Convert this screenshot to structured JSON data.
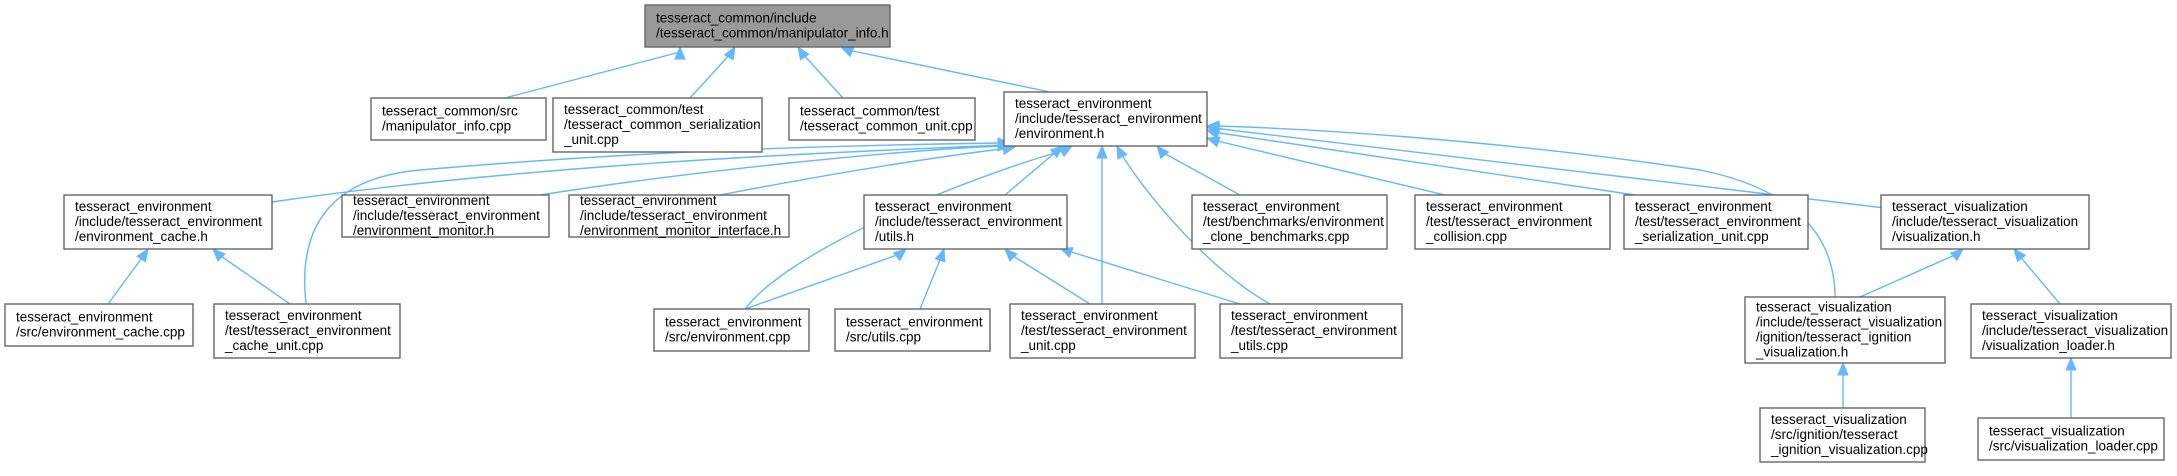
{
  "nodes": {
    "root": [
      "tesseract_common/include",
      "/tesseract_common/manipulator_info.h"
    ],
    "common_src": [
      "tesseract_common/src",
      "/manipulator_info.cpp"
    ],
    "common_ser": [
      "tesseract_common/test",
      "/tesseract_common_serialization",
      "_unit.cpp"
    ],
    "common_unit": [
      "tesseract_common/test",
      "/tesseract_common_unit.cpp"
    ],
    "env_h": [
      "tesseract_environment",
      "/include/tesseract_environment",
      "/environment.h"
    ],
    "cache_h": [
      "tesseract_environment",
      "/include/tesseract_environment",
      "/environment_cache.h"
    ],
    "monitor_h": [
      "tesseract_environment",
      "/include/tesseract_environment",
      "/environment_monitor.h"
    ],
    "monitor_if_h": [
      "tesseract_environment",
      "/include/tesseract_environment",
      "/environment_monitor_interface.h"
    ],
    "utils_h": [
      "tesseract_environment",
      "/include/tesseract_environment",
      "/utils.h"
    ],
    "clone_bench": [
      "tesseract_environment",
      "/test/benchmarks/environment",
      "_clone_benchmarks.cpp"
    ],
    "collision": [
      "tesseract_environment",
      "/test/tesseract_environment",
      "_collision.cpp"
    ],
    "ser_unit": [
      "tesseract_environment",
      "/test/tesseract_environment",
      "_serialization_unit.cpp"
    ],
    "viz_h": [
      "tesseract_visualization",
      "/include/tesseract_visualization",
      "/visualization.h"
    ],
    "cache_cpp": [
      "tesseract_environment",
      "/src/environment_cache.cpp"
    ],
    "cache_unit": [
      "tesseract_environment",
      "/test/tesseract_environment",
      "_cache_unit.cpp"
    ],
    "env_cpp": [
      "tesseract_environment",
      "/src/environment.cpp"
    ],
    "utils_cpp": [
      "tesseract_environment",
      "/src/utils.cpp"
    ],
    "env_unit": [
      "tesseract_environment",
      "/test/tesseract_environment",
      "_unit.cpp"
    ],
    "utils_test": [
      "tesseract_environment",
      "/test/tesseract_environment",
      "_utils.cpp"
    ],
    "ign_h": [
      "tesseract_visualization",
      "/include/tesseract_visualization",
      "/ignition/tesseract_ignition",
      "_visualization.h"
    ],
    "loader_h": [
      "tesseract_visualization",
      "/include/tesseract_visualization",
      "/visualization_loader.h"
    ],
    "ign_cpp": [
      "tesseract_visualization",
      "/src/ignition/tesseract",
      "_ignition_visualization.cpp"
    ],
    "loader_cpp": [
      "tesseract_visualization",
      "/src/visualization_loader.cpp"
    ]
  },
  "colors": {
    "edge": "#63b8ff",
    "root_fill": "#999999",
    "node_border": "#666666"
  }
}
